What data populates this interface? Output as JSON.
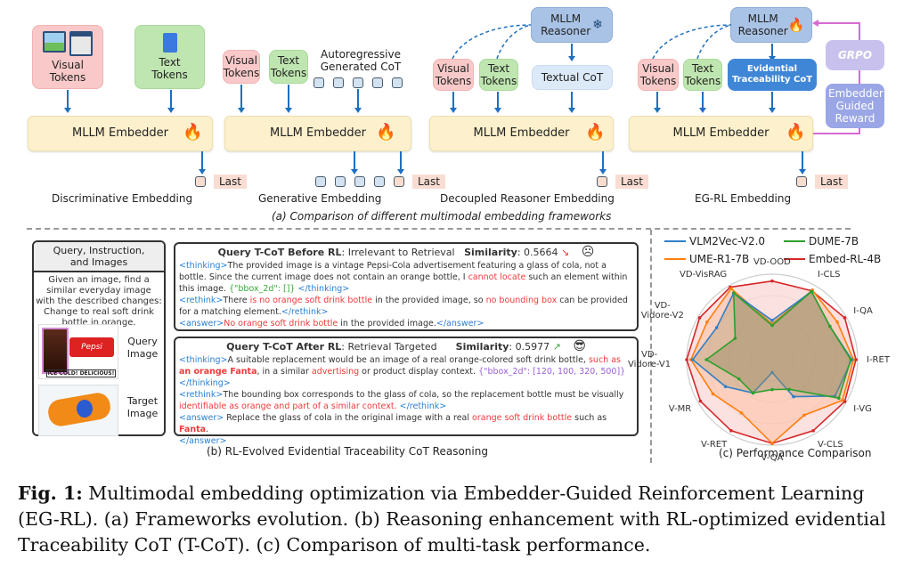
{
  "panel_a": {
    "title": "(a) Comparison of different multimodal embedding frameworks",
    "frameworks": [
      {
        "name": "Discriminative Embedding",
        "visual_tokens": "Visual Tokens",
        "text_tokens": "Text Tokens",
        "embedder": "MLLM Embedder",
        "embedder_icon": "fire-icon",
        "output_label": "Last"
      },
      {
        "name": "Generative Embedding",
        "visual_tokens": "Visual Tokens",
        "text_tokens": "Text Tokens",
        "cot_label": "Autoregressive Generated CoT",
        "embedder": "MLLM  Embedder",
        "embedder_icon": "fire-icon",
        "output_label": "Last"
      },
      {
        "name": "Decoupled Reasoner Embedding",
        "reasoner": "MLLM Reasoner",
        "reasoner_icon": "snowflake-icon",
        "visual_tokens": "Visual Tokens",
        "text_tokens": "Text Tokens",
        "cot": "Textual CoT",
        "embedder": "MLLM  Embedder",
        "embedder_icon": "fire-icon",
        "output_label": "Last"
      },
      {
        "name": "EG-RL Embedding",
        "reasoner": "MLLM Reasoner",
        "reasoner_icon": "fire-icon",
        "visual_tokens": "Visual Tokens",
        "text_tokens": "Text Tokens",
        "cot": "Evidential Traceability CoT",
        "embedder": "MLLM Embedder",
        "embedder_icon": "fire-icon",
        "grpo": "GRPO",
        "reward": "Embedder Guided Reward",
        "output_label": "Last"
      }
    ]
  },
  "panel_b": {
    "title": "(b) RL-Evolved Evidential Traceability CoT Reasoning",
    "query_box": {
      "header": "Query, Instruction, and Images",
      "instruction": "Given an image, find a similar everyday image with the described changes: Change to real soft drink bottle in orange.",
      "query_image_label": "Query Image",
      "target_image_label": "Target Image",
      "query_image_alt": "Pepsi-Cola advertisement",
      "query_image_text": "ICE COLD! DELICIOUS!",
      "target_image_alt": "Orange Fanta bottle"
    },
    "before": {
      "title": "Query T-CoT Before RL",
      "subtitle": "Irrelevant to Retrieval",
      "similarity_label": "Similarity",
      "similarity": "0.5664",
      "trend_icon": "trend-down-icon",
      "face_icon": "sad-face-icon",
      "thinking_1": "The provided image is a vintage Pepsi-Cola advertisement featuring a glass of cola, not a bottle. Since the current image does not contain an orange bottle, I ",
      "thinking_red": "cannot locate",
      "thinking_2": " such an element within this image. ",
      "thinking_bbox": "{\"bbox_2d\": []}",
      "rethink_1": "There ",
      "rethink_red_1": "is no orange soft drink bottle",
      "rethink_2": " in the provided image, so ",
      "rethink_red_2": "no bounding box",
      "rethink_3": " can be provided for a matching element.",
      "answer_red": "No orange soft drink bottle",
      "answer_1": " in the provided image."
    },
    "after": {
      "title": "Query T-CoT After RL",
      "subtitle": "Retrieval Targeted",
      "similarity_label": "Similarity",
      "similarity": "0.5977",
      "trend_icon": "trend-up-icon",
      "face_icon": "sunglasses-face-icon",
      "thinking_1": "A suitable replacement would be an image of a real orange-colored soft drink bottle, ",
      "thinking_red_1": "such as ",
      "thinking_bold_1": "an orange Fanta",
      "thinking_2": ", in a similar ",
      "thinking_red_2": "advertising",
      "thinking_3": " or product display context. ",
      "thinking_bbox": "{\"bbox_2d\": [120, 100, 320, 500]}",
      "rethink_1": "The bounding box corresponds to the glass of cola, so the replacement bottle must be visually ",
      "rethink_red": "identifiable as orange and part of a similar context.",
      "answer_1": " Replace the glass of cola in the original image with a real ",
      "answer_red": "orange soft drink bottle",
      "answer_2": " such as ",
      "answer_bold": "Fanta",
      "answer_3": "."
    },
    "tags": {
      "thinking_open": "<thinking>",
      "thinking_close": "</thinking>",
      "rethink_open": "<rethink>",
      "rethink_close": "</rethink>",
      "answer_open": "<answer>",
      "answer_close": "</answer>"
    }
  },
  "panel_c": {
    "title": "(c) Performance Comparison"
  },
  "chart_data": {
    "type": "radar",
    "title": "(c) Performance Comparison",
    "categories": [
      "VD-OOD",
      "I-CLS",
      "I-QA",
      "I-RET",
      "I-VG",
      "V-CLS",
      "V-QA",
      "V-RET",
      "V-MR",
      "VD-Vidore-V1",
      "VD-Vidore-V2",
      "VD-VisRAG"
    ],
    "legend_placement": "top",
    "grid": true,
    "range": [
      0,
      1
    ],
    "series": [
      {
        "name": "VLM2Vec-V2.0",
        "color": "#2f7fc8",
        "values": [
          0.46,
          0.92,
          0.78,
          0.93,
          0.85,
          0.5,
          0.15,
          0.45,
          0.63,
          0.93,
          0.75,
          0.9
        ]
      },
      {
        "name": "DUME-7B",
        "color": "#2ca02c",
        "values": [
          0.4,
          0.92,
          0.78,
          0.92,
          0.9,
          0.4,
          0.35,
          0.45,
          0.45,
          0.77,
          0.5,
          0.9
        ]
      },
      {
        "name": "UME-R1-7B",
        "color": "#ff7f0e",
        "values": [
          0.42,
          0.94,
          0.88,
          0.95,
          0.95,
          0.75,
          0.98,
          0.72,
          0.8,
          0.95,
          0.88,
          0.96
        ]
      },
      {
        "name": "Embed-RL-4B",
        "color": "#d62728",
        "values": [
          0.92,
          0.93,
          0.98,
          0.98,
          0.98,
          0.96,
          0.98,
          0.96,
          0.97,
          1.0,
          0.98,
          0.98
        ]
      }
    ]
  },
  "caption": {
    "label": "Fig. 1:",
    "text": " Multimodal embedding optimization via Embedder-Guided Reinforcement Learning (EG-RL). (a) Frameworks evolution. (b) Reasoning enhancement with RL-optimized evidential Traceability CoT (T-CoT). (c) Comparison of multi-task performance."
  }
}
